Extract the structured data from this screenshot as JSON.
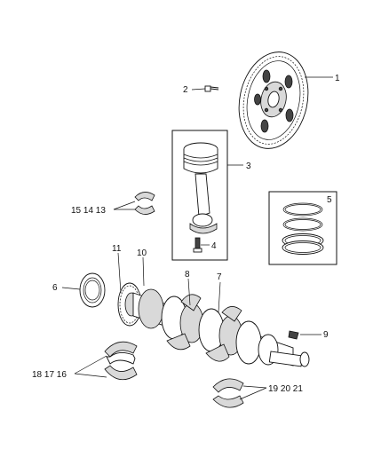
{
  "callouts": [
    {
      "id": "c1",
      "text": "1"
    },
    {
      "id": "c2",
      "text": "2"
    },
    {
      "id": "c3",
      "text": "3"
    },
    {
      "id": "c4",
      "text": "4"
    },
    {
      "id": "c5",
      "text": "5"
    },
    {
      "id": "c6",
      "text": "6"
    },
    {
      "id": "c7",
      "text": "7"
    },
    {
      "id": "c8",
      "text": "8"
    },
    {
      "id": "c9",
      "text": "9"
    },
    {
      "id": "c10",
      "text": "10"
    },
    {
      "id": "c11",
      "text": "11"
    },
    {
      "id": "c13",
      "text": "15 14 13"
    },
    {
      "id": "c16",
      "text": "18 17 16"
    },
    {
      "id": "c19",
      "text": "19 20 21"
    }
  ]
}
